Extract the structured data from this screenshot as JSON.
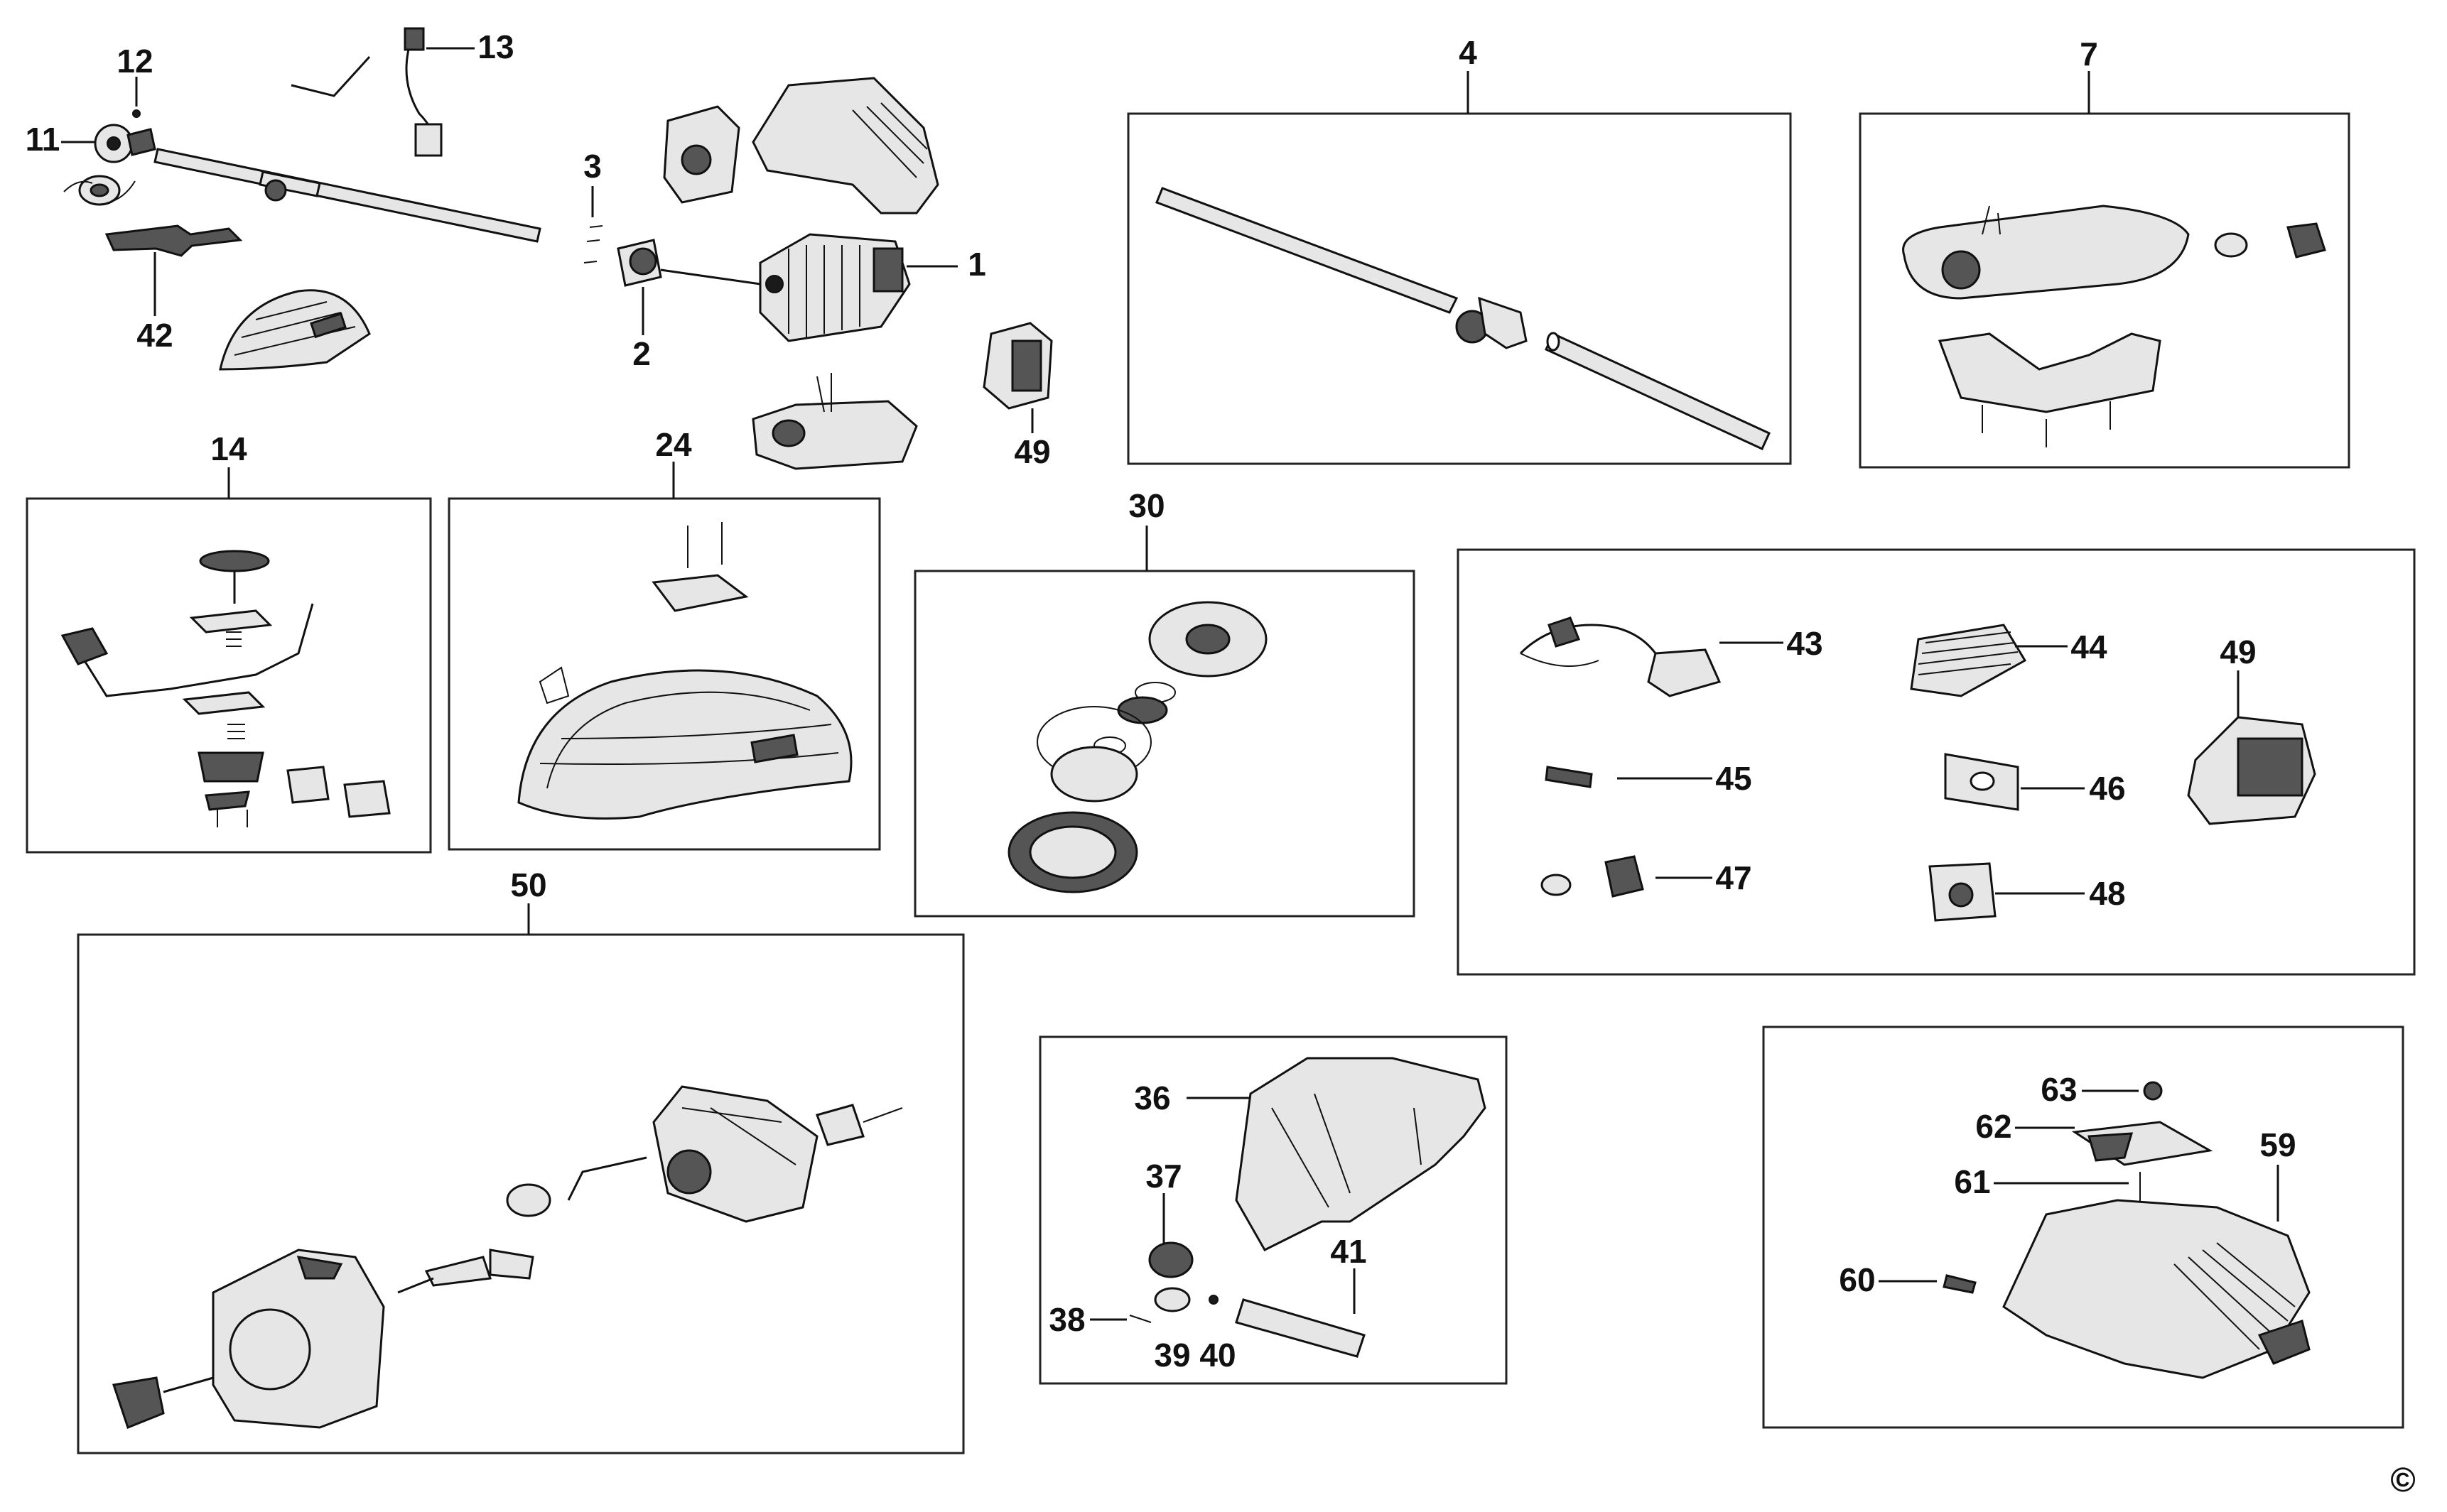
{
  "copyright_symbol": "©",
  "labels": {
    "l1": "1",
    "l2": "2",
    "l3": "3",
    "l4": "4",
    "l7": "7",
    "l11": "11",
    "l12": "12",
    "l13": "13",
    "l14": "14",
    "l24": "24",
    "l30": "30",
    "l36": "36",
    "l37": "37",
    "l38": "38",
    "l39": "39",
    "l40": "40",
    "l41": "41",
    "l42": "42",
    "l43": "43",
    "l44": "44",
    "l45": "45",
    "l46": "46",
    "l47": "47",
    "l48": "48",
    "l49a": "49",
    "l49b": "49",
    "l50": "50",
    "l59": "59",
    "l60": "60",
    "l61": "61",
    "l62": "62",
    "l63": "63"
  }
}
